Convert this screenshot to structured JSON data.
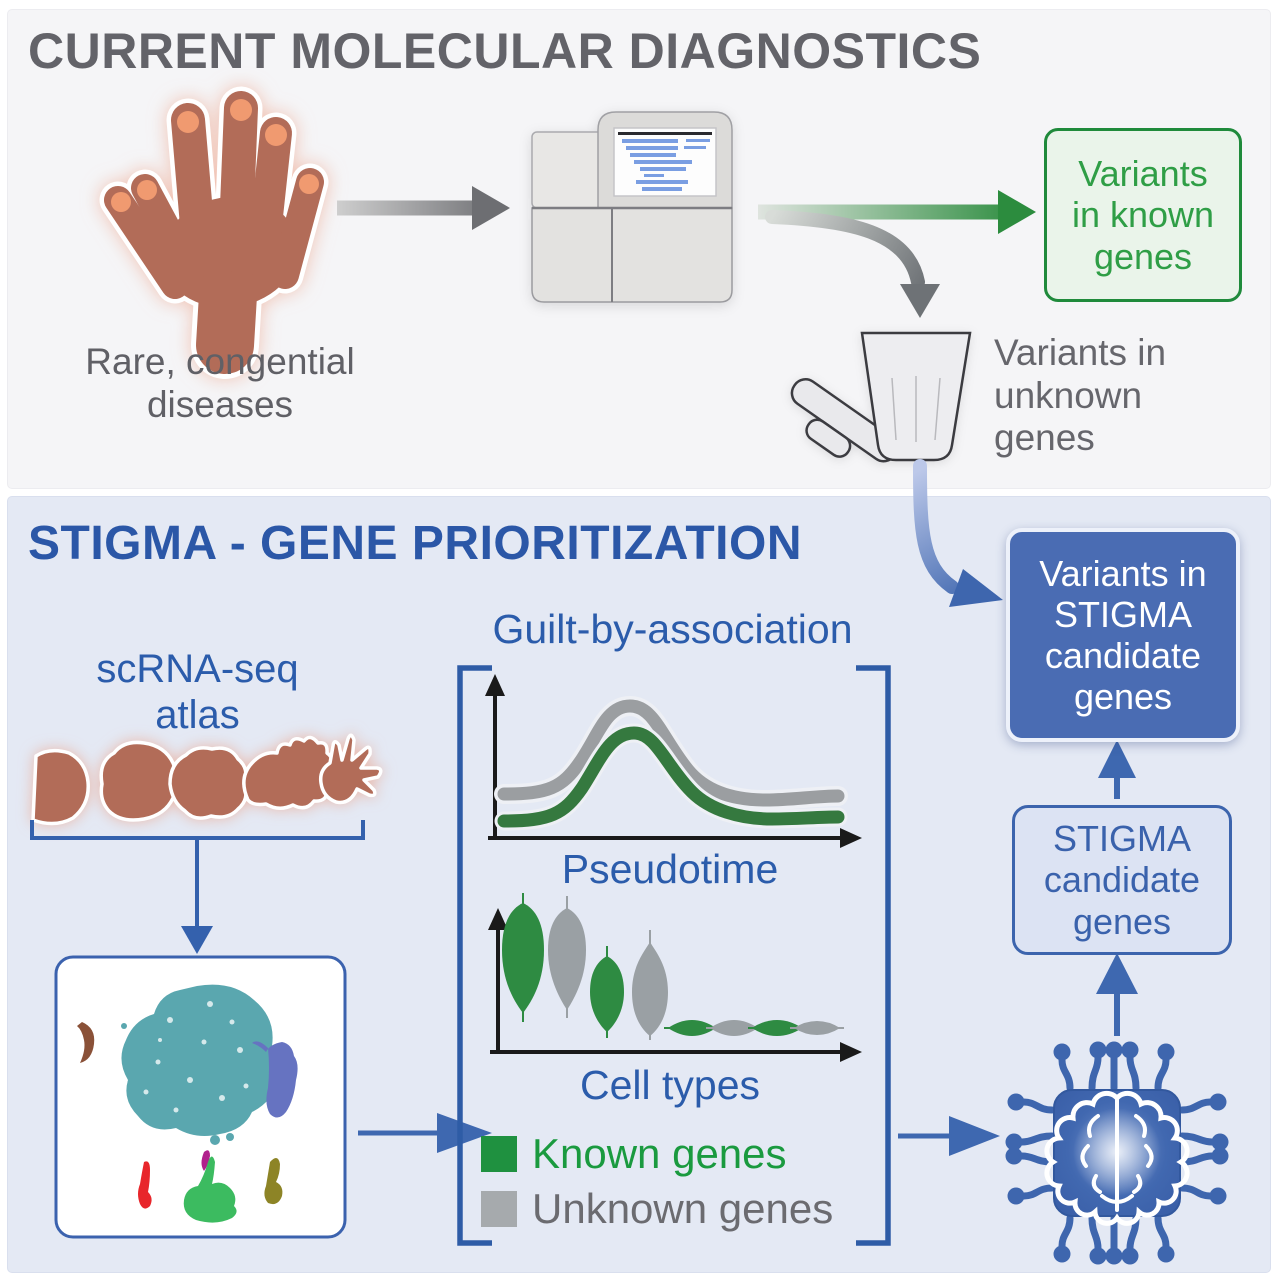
{
  "figure": {
    "top": {
      "title": "CURRENT MOLECULAR DIAGNOSTICS",
      "disease_label": "Rare, congential\ndiseases",
      "known_variants_box": "Variants\nin known\ngenes",
      "unknown_variants_label": "Variants in\nunknown\ngenes"
    },
    "bottom": {
      "title": "STIGMA - GENE PRIORITIZATION",
      "atlas_label": "scRNA-seq\natlas",
      "gba_title": "Guilt-by-association",
      "pseudotime_axis_label": "Pseudotime",
      "celltypes_axis_label": "Cell types",
      "legend_known": "Known genes",
      "legend_unknown": "Unknown genes",
      "variants_stigma_box": "Variants in\nSTIGMA\ncandidate\ngenes",
      "stigma_candidate_box": "STIGMA\ncandidate\ngenes"
    },
    "colors": {
      "green_accent": "#2f9e46",
      "blue_accent": "#2e5ca6",
      "gray_text": "#65656b",
      "panel_top_bg": "#f5f5f7",
      "panel_bottom_bg": "#e4e9f4",
      "dark_blue_box": "#4a6cb3",
      "skin": "#b26c58",
      "violin_green": "#2e8b42",
      "violin_gray": "#9aa0a4"
    },
    "icons": [
      "hand-polydactyly-icon",
      "sequencer-icon",
      "trash-can-icon",
      "embryo-stages-icon",
      "umap-plot",
      "ai-chip-brain-icon"
    ]
  }
}
